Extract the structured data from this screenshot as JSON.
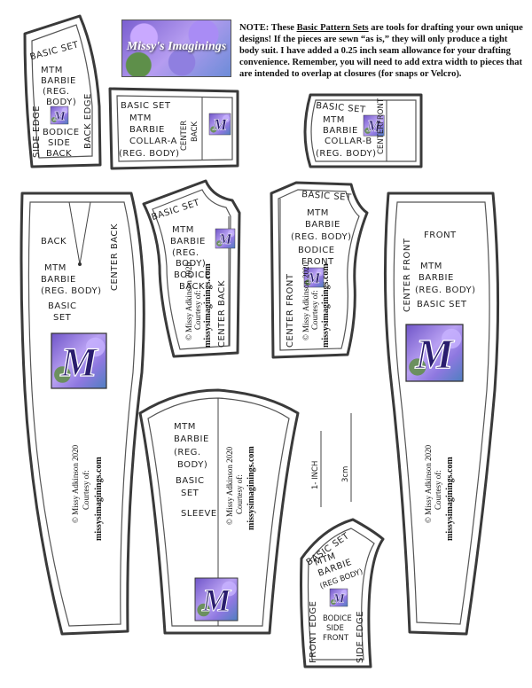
{
  "logo": {
    "text": "Missy's Imaginings",
    "colors": [
      "#7a5fd0",
      "#b59cf0",
      "#5e8f4a"
    ]
  },
  "note": {
    "prefix": "NOTE: These ",
    "link": "Basic Pattern Sets",
    "body": " are tools for drafting your own unique designs! If the pieces are sewn “as is,” they will only produce a tight body suit. I have added a 0.25 inch seam allowance for your drafting convenience. Remember, you will need to add extra width to pieces that are intended to overlap at closures (for snaps or Velcro)."
  },
  "badge_letter": "M",
  "pieces": {
    "side_back": {
      "l1": "BASIC SET",
      "l2": "MTM",
      "l3": "BARBIE",
      "l4": "(REG.",
      "l5": "BODY)",
      "l6": "BODICE",
      "l7": "SIDE",
      "l8": "BACK",
      "side_edge": "SIDE EDGE",
      "back_edge": "BACK EDGE"
    },
    "collar_a": {
      "l1": "BASIC SET",
      "l2": "MTM",
      "l3": "BARBIE",
      "l4": "COLLAR-A",
      "l5": "(REG. BODY)",
      "center": "CENTER",
      "back": "BACK"
    },
    "collar_b": {
      "l1": "BASIC SET",
      "l2": "MTM",
      "l3": "BARBIE",
      "l4": "COLLAR-B",
      "l5": "(REG. BODY)",
      "center": "CENTER",
      "front": "FRONT"
    },
    "back_pants": {
      "l1": "BACK",
      "l2": "MTM",
      "l3": "BARBIE",
      "l4": "(REG. BODY)",
      "l5": "BASIC",
      "l6": "SET",
      "center_back": "CENTER BACK",
      "copyright": "© Missy Adkinson 2020",
      "courtesy": "Courtesy of:",
      "site": "missysimaginings.com"
    },
    "bodice_back": {
      "l1": "BASIC SET",
      "l2": "MTM",
      "l3": "BARBIE",
      "l4": "(REG.",
      "l5": "BODY)",
      "l6": "BODICE",
      "l7": "BACK",
      "center_back": "CENTER BACK",
      "copyright": "© Missy Adkinson 2020",
      "courtesy": "Courtesy of:",
      "site": "missysimaginings.com"
    },
    "bodice_front": {
      "l1": "BASIC SET",
      "l2": "MTM",
      "l3": "BARBIE",
      "l4": "(REG. BODY)",
      "l5": "BODICE",
      "l6": "FRONT",
      "center_front": "CENTER FRONT",
      "copyright": "© Missy Adkinson 2020",
      "courtesy": "Courtesy of:",
      "site": "missysimaginings.com"
    },
    "front_pants": {
      "l1": "FRONT",
      "l2": "MTM",
      "l3": "BARBIE",
      "l4": "(REG. BODY)",
      "l5": "BASIC SET",
      "center_front": "CENTER FRONT",
      "copyright": "© Missy Adkinson 2020",
      "courtesy": "Courtesy of:",
      "site": "missysimaginings.com"
    },
    "sleeve": {
      "l1": "MTM",
      "l2": "BARBIE",
      "l3": "(REG.",
      "l4": "BODY)",
      "l5": "BASIC",
      "l6": "SET",
      "l7": "SLEEVE",
      "copyright": "© Missy Adkinson 2020",
      "courtesy": "Courtesy of:",
      "site": "missysimaginings.com"
    },
    "side_front": {
      "l1": "BASIC SET",
      "l2": "MTM",
      "l3": "BARBIE",
      "l4": "(REG BODY)",
      "l5": "BODICE",
      "l6": "SIDE",
      "l7": "FRONT",
      "front_edge": "FRONT EDGE",
      "side_edge": "SIDE EDGE"
    }
  },
  "scale": {
    "inch": "1- INCH",
    "cm": "3cm"
  }
}
